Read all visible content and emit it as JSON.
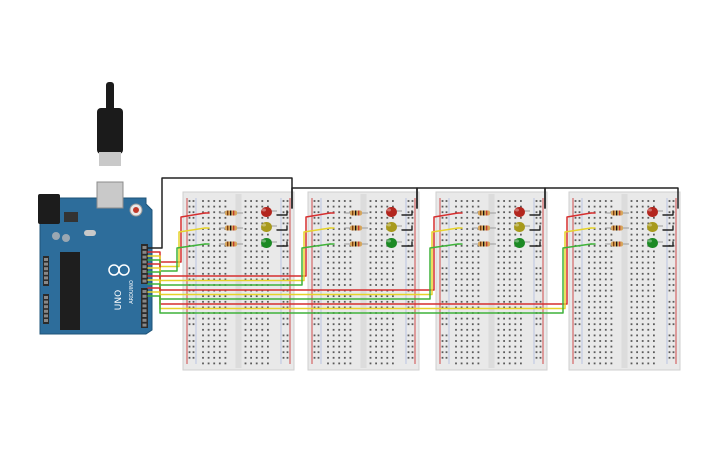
{
  "arduino": {
    "brand_label": "ARDUINO",
    "model_label": "UNO",
    "colors": {
      "board": "#2d6d9b",
      "board_dark": "#1f5478",
      "header": "#2b2b2b",
      "chip": "#1e1e1e",
      "usb_metal": "#c9c9c9",
      "power_jack": "#1c1c1c",
      "reset": "#c0392b"
    }
  },
  "breadboards": {
    "count": 4,
    "colors": {
      "body": "#e9e9e9",
      "border": "#cfcfcf",
      "hole": "#5a5a5a",
      "rail_red": "#d04a4a",
      "rail_blue": "#4a6fd0",
      "divider": "#dcdcdc"
    }
  },
  "leds": [
    {
      "color_name": "red",
      "color": "#b3261e"
    },
    {
      "color_name": "yellow",
      "color": "#a89a1c"
    },
    {
      "color_name": "green",
      "color": "#1c8a24"
    }
  ],
  "resistor": {
    "body": "#d6a55a",
    "bands": [
      "#7a3b10",
      "#111111",
      "#c0392b"
    ]
  },
  "wires": {
    "red": "#d62f2f",
    "yellow": "#e6d32a",
    "green": "#3fb23a",
    "black": "#222222"
  }
}
